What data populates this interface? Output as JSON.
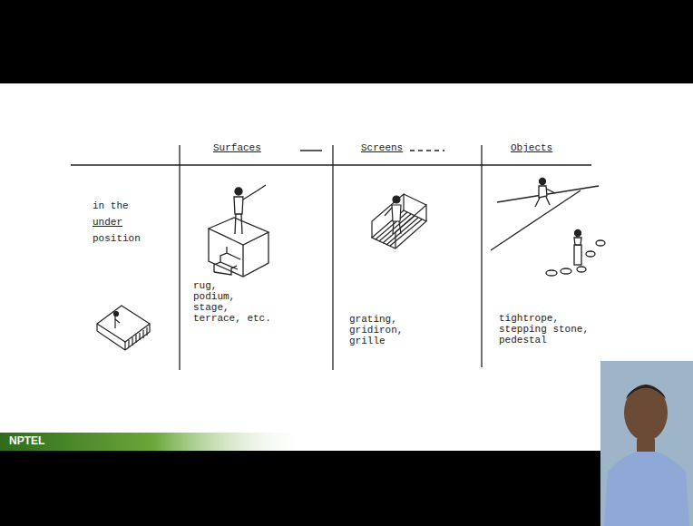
{
  "diagram": {
    "labels": [
      "Surfaces",
      "Screens",
      "Objects",
      "in the",
      "under",
      "position",
      "rug,",
      "podium,",
      "stage,",
      "terrace, etc.",
      "grating,",
      "gridiron,",
      "grille",
      "tightrope,",
      "stepping stone,",
      "pedestal",
      "NPTEL"
    ]
  }
}
